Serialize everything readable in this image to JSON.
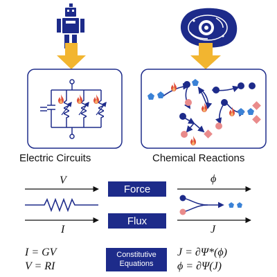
{
  "captions": {
    "left": "Electric Circuits",
    "right": "Chemical Reactions"
  },
  "labels": {
    "force": "Force",
    "flux": "Flux",
    "constitutive_line1": "Constitutive",
    "constitutive_line2": "Equations"
  },
  "symbols": {
    "voltage": "V",
    "current": "I",
    "potential": "ϕ",
    "flux": "J"
  },
  "equations": {
    "left_1": "I = GV",
    "left_2": "V = RI",
    "right_1": "J = ∂Ψ*(ϕ)",
    "right_2": "ϕ = ∂Ψ(J)"
  },
  "icons": {
    "robot": "robot-icon",
    "cell": "cell-icon",
    "flame": "flame-icon",
    "resistor": "resistor-icon"
  },
  "colors": {
    "navy": "#1d2b8a",
    "arrow_gold": "#f2b530",
    "blue_species": "#3b82d6",
    "pink_species": "#e98b8b",
    "flame": "#e0503a"
  }
}
